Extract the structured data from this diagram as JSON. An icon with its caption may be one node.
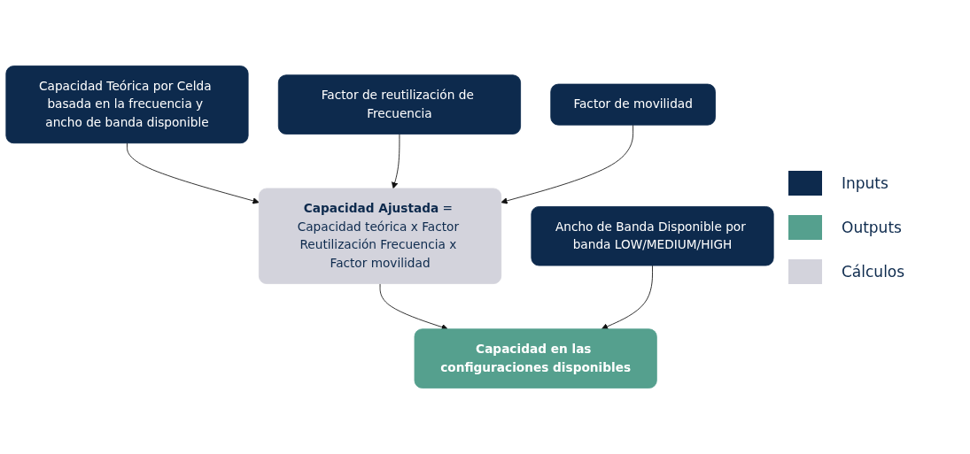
{
  "diagram": {
    "nodes": [
      {
        "text": [
          "Capacidad Teórica por Celda basada en la frecuencia y ancho de banda disponible"
        ]
      },
      {
        "text": [
          "Factor de reutilización de Frecuencia"
        ]
      },
      {
        "text": [
          "Factor de movilidad"
        ]
      },
      {
        "text": [
          "**Capacidad Ajustada** = Capacidad teórica x Factor Reutilización Frecuencia x Factor movilidad"
        ]
      },
      {
        "text": [
          "Ancho de Banda Disponible por banda LOW/MEDIUM/HIGH"
        ]
      },
      {
        "text": [
          "Capacidad en las configuraciones disponibles"
        ]
      }
    ],
    "edges": [
      {
        "from": 0,
        "to": 3,
        "arrow": "to"
      },
      {
        "from": 1,
        "to": 3,
        "arrow": "to"
      },
      {
        "from": 2,
        "to": 3,
        "arrow": "to"
      },
      {
        "from": 3,
        "to": 5,
        "arrow": "to"
      },
      {
        "from": 4,
        "to": 5,
        "arrow": "to"
      }
    ],
    "legend": [
      {
        "text": "Inputs",
        "color": "#0d2a4d"
      },
      {
        "text": "Outputs",
        "color": "#55a08e"
      },
      {
        "text": "Cálculos",
        "color": "#d3d3dc"
      }
    ]
  }
}
